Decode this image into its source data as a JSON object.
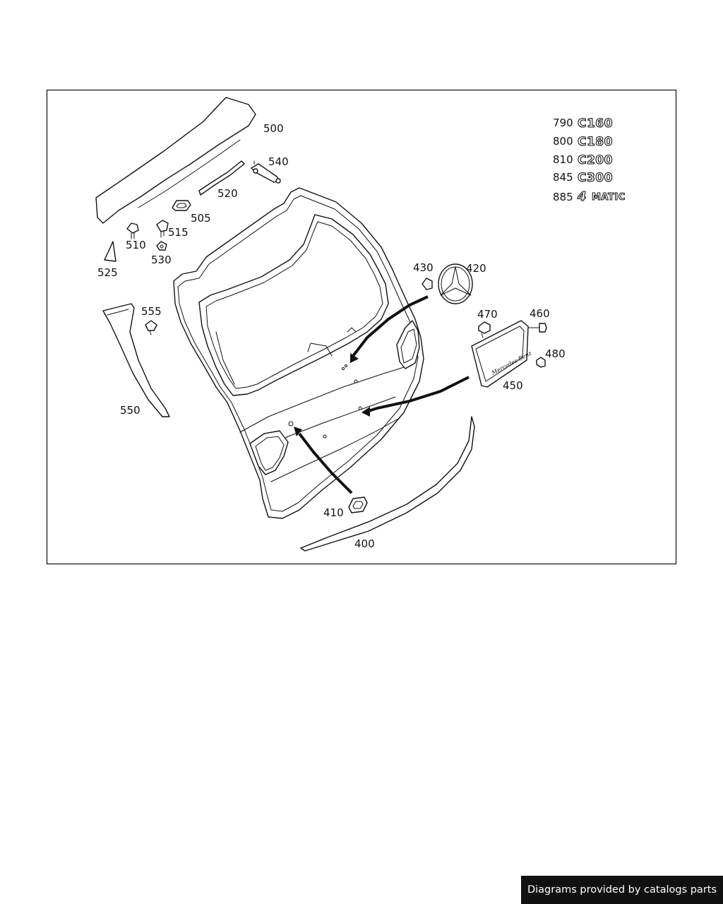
{
  "callouts": [
    {
      "id": "500",
      "label": "500"
    },
    {
      "id": "540",
      "label": "540"
    },
    {
      "id": "520",
      "label": "520"
    },
    {
      "id": "505",
      "label": "505"
    },
    {
      "id": "510",
      "label": "510"
    },
    {
      "id": "515",
      "label": "515"
    },
    {
      "id": "530",
      "label": "530"
    },
    {
      "id": "525",
      "label": "525"
    },
    {
      "id": "555",
      "label": "555"
    },
    {
      "id": "550",
      "label": "550"
    },
    {
      "id": "430",
      "label": "430"
    },
    {
      "id": "420",
      "label": "420"
    },
    {
      "id": "470",
      "label": "470"
    },
    {
      "id": "460",
      "label": "460"
    },
    {
      "id": "480",
      "label": "480"
    },
    {
      "id": "450",
      "label": "450"
    },
    {
      "id": "410",
      "label": "410"
    },
    {
      "id": "400",
      "label": "400"
    }
  ],
  "badges": [
    {
      "number": "790",
      "model": "C160"
    },
    {
      "number": "800",
      "model": "C180"
    },
    {
      "number": "810",
      "model": "C200"
    },
    {
      "number": "845",
      "model": "C300"
    },
    {
      "number": "885",
      "model_prefix": "4",
      "model_suffix": "MATIC"
    }
  ],
  "footer": {
    "text": "Diagrams provided by catalogs parts"
  },
  "colors": {
    "line": "#111111",
    "background": "#ffffff",
    "footer_bg": "#111111",
    "footer_text": "#ffffff"
  }
}
